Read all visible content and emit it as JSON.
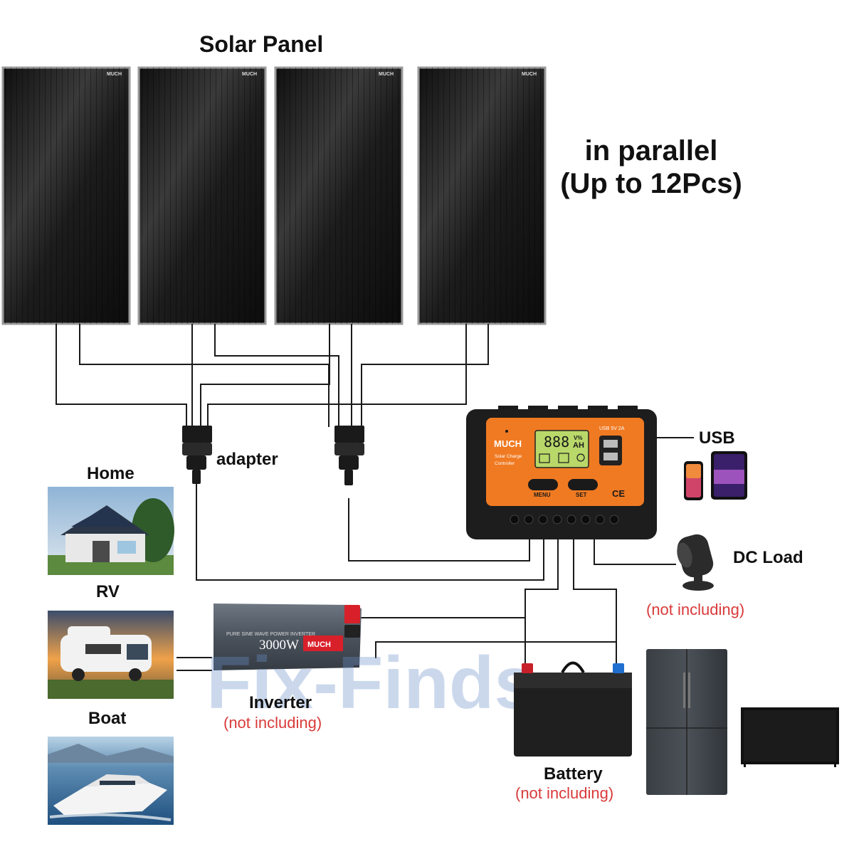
{
  "labels": {
    "solar_panel": "Solar Panel",
    "parallel_line1": "in parallel",
    "parallel_line2": "(Up to 12Pcs)",
    "adapter": "adapter",
    "usb": "USB",
    "dc_load": "DC Load",
    "home": "Home",
    "rv": "RV",
    "boat": "Boat",
    "inverter": "Inverter",
    "battery": "Battery",
    "not_including": "(not including)"
  },
  "panel_brand": "MUCH",
  "controller": {
    "brand": "MUCH",
    "subtitle_line1": "Solar Charge",
    "subtitle_line2": "Controller",
    "usb_spec": "USB 5V 2A",
    "display_digits": "888",
    "display_units_top": "V%",
    "display_units_bottom": "AH",
    "menu_label": "MENU",
    "set_label": "SET",
    "ce_mark": "CE"
  },
  "inverter_device": {
    "brand": "MUCH",
    "power": "3000W",
    "description": "PURE SINE WAVE POWER INVERTER"
  },
  "watermark": "Fix-Finds",
  "colors": {
    "accent_orange": "#f07a22",
    "note_red": "#d93a3a",
    "wire": "#1a1a1a",
    "panel_dark": "#151515",
    "inverter_red": "#d8202a",
    "terminal_red": "#c8202a",
    "terminal_blue": "#1f6fd1"
  }
}
